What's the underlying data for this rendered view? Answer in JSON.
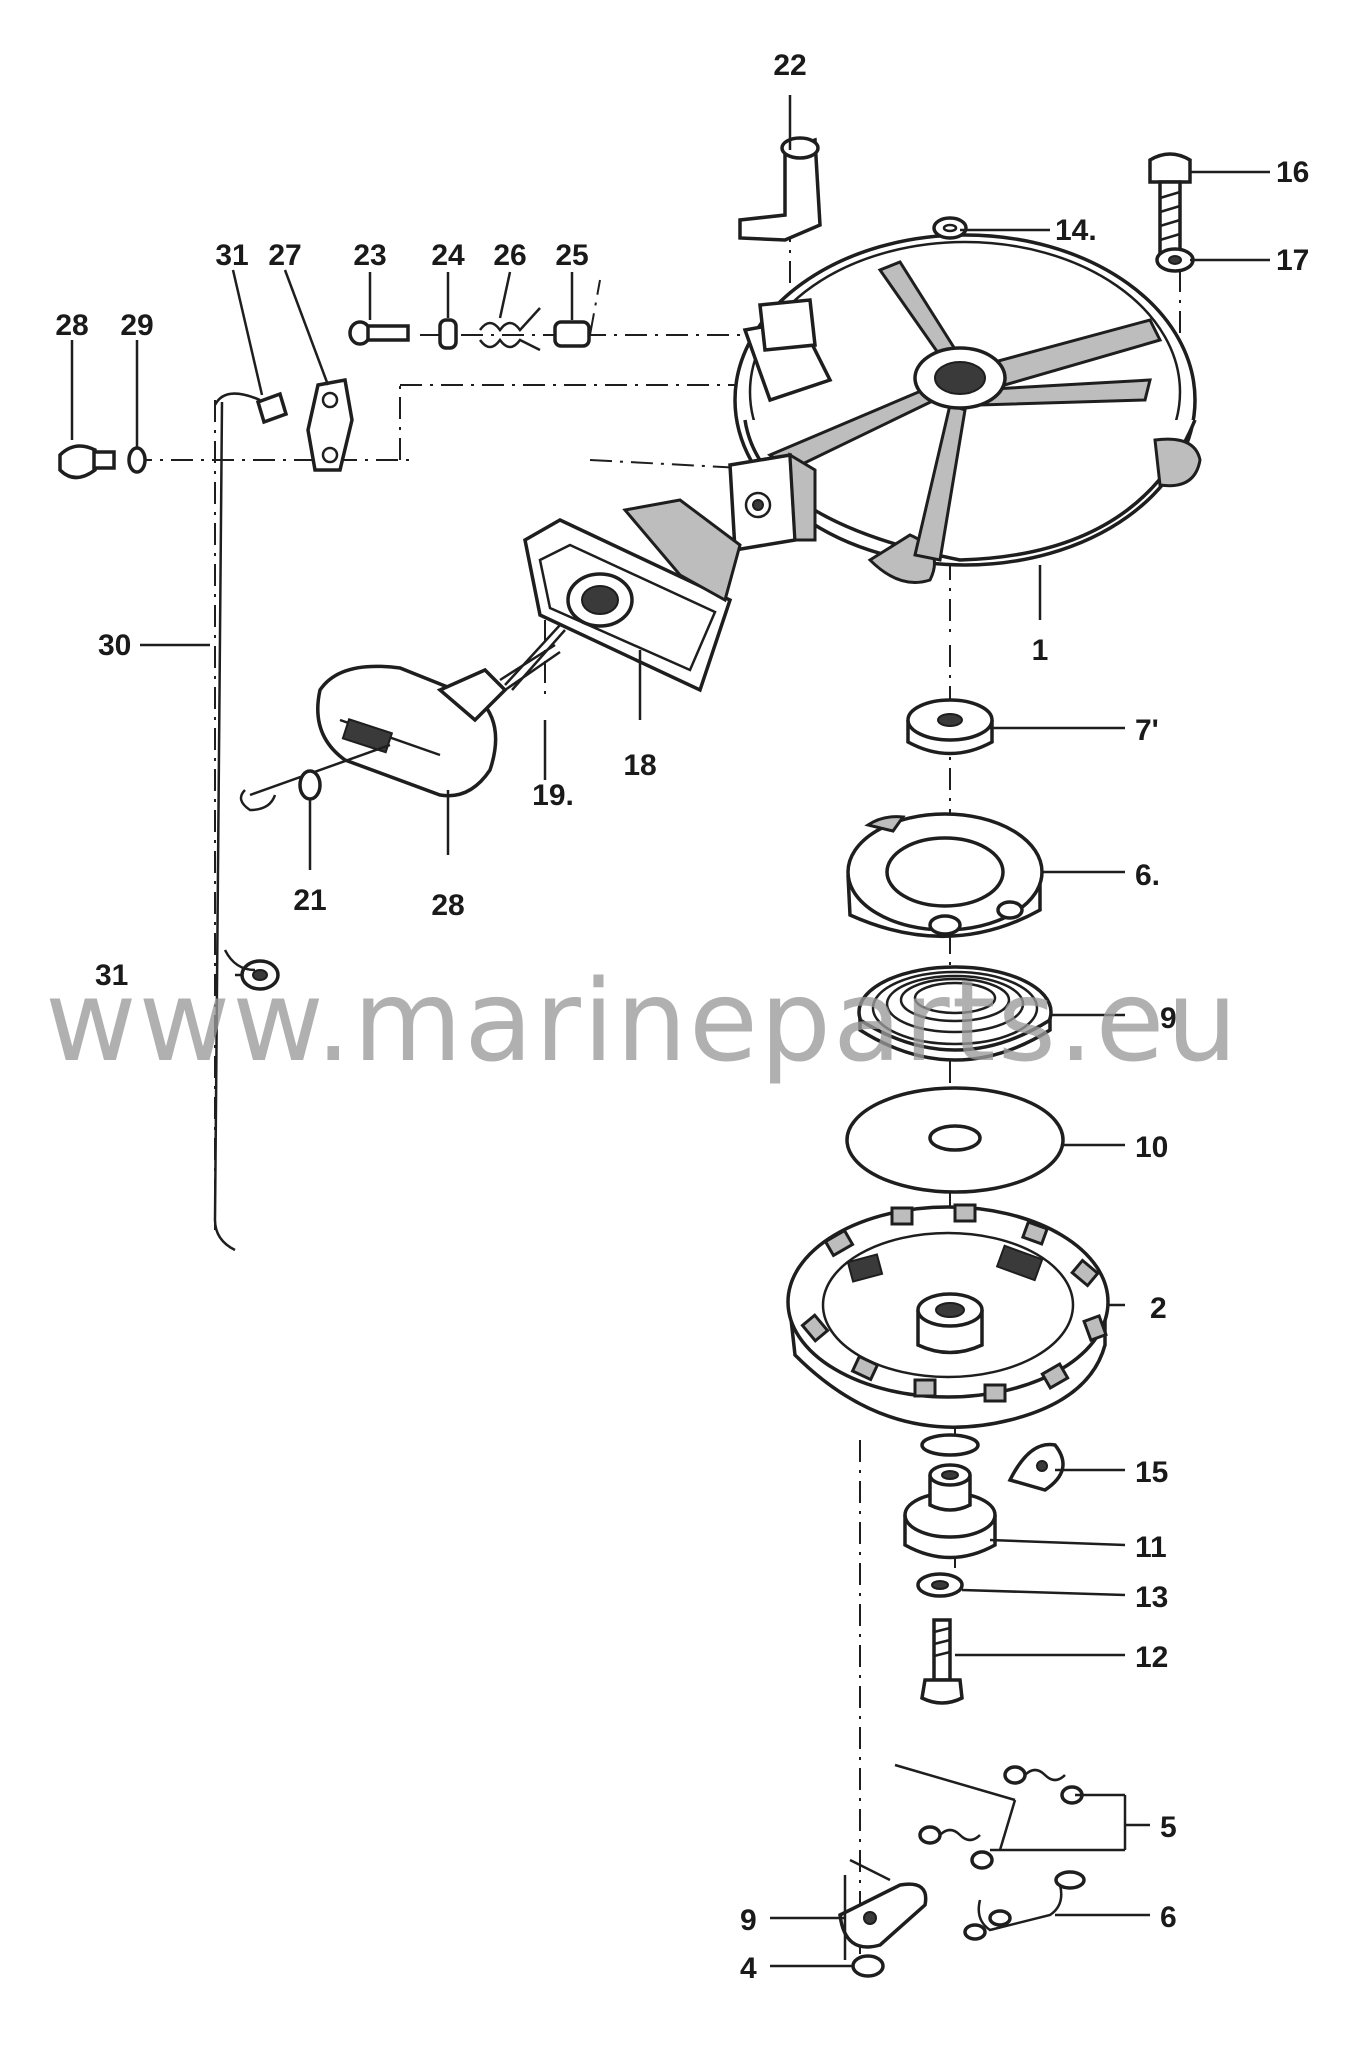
{
  "watermark": "www.marineparts.eu",
  "labels": {
    "p1": "1",
    "p2": "2",
    "p4": "4",
    "p5": "5",
    "p6_lower": "6",
    "p6": "6.",
    "p7": "7'",
    "p9": "9",
    "p9_lower": "9",
    "p10": "10",
    "p11": "11",
    "p12": "12",
    "p13": "13",
    "p14": "14.",
    "p15": "15",
    "p16": "16",
    "p17": "17",
    "p18": "18",
    "p19": "19.",
    "p21": "21",
    "p22": "22",
    "p23": "23",
    "p24": "24",
    "p25": "25",
    "p26": "26",
    "p27": "27",
    "p28_left": "28",
    "p28": "28",
    "p29": "29",
    "p30": "30",
    "p31_top": "31",
    "p31_bottom": "31"
  }
}
